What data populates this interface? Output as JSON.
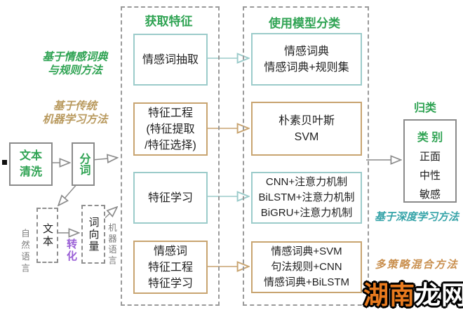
{
  "colors": {
    "green": "#2fa353",
    "teal_border": "#9bcbca",
    "teal_text": "#35a3a8",
    "tan_border": "#c8a470",
    "tan_text": "#b99a5f",
    "orange_text": "#c98f4e",
    "purple": "#9a5fd6",
    "gray_border": "#8a8a8a",
    "dark_text": "#1f1f1f",
    "watermark_orange": "#e87a1e"
  },
  "preprocess": {
    "text_clean": {
      "line1": "文本",
      "line2": "清洗"
    },
    "segment": "分词",
    "natural_language": "自然语言",
    "text_vertical": "文本",
    "transform": "转化",
    "word_vector": "词向量",
    "machine_language": "机器语言"
  },
  "method_labels": {
    "dict_rule": {
      "line1": "基于情感词典",
      "line2": "与规则方法"
    },
    "traditional": {
      "line1": "基于传统",
      "line2": "机器学习方法"
    },
    "deep": "基于深度学习方法",
    "multi": "多策略混合方法"
  },
  "feature_column": {
    "title": "获取特征",
    "boxes": [
      {
        "lines": [
          "情感词抽取"
        ]
      },
      {
        "lines": [
          "特征工程",
          "(特征提取",
          "/特征选择)"
        ]
      },
      {
        "lines": [
          "特征学习"
        ]
      },
      {
        "lines": [
          "情感词",
          "特征工程",
          "特征学习"
        ]
      }
    ]
  },
  "model_column": {
    "title": "使用模型分类",
    "boxes": [
      {
        "lines": [
          "情感词典",
          "情感词典+规则集"
        ]
      },
      {
        "lines": [
          "朴素贝叶斯",
          "SVM"
        ]
      },
      {
        "lines": [
          "CNN+注意力机制",
          "BiLSTM+注意力机制",
          "BiGRU+注意力机制"
        ]
      },
      {
        "lines": [
          "情感词典+SVM",
          "句法规则+CNN",
          "情感词典+BiLSTM"
        ]
      }
    ]
  },
  "result": {
    "heading": "归类",
    "box_title": "类 别",
    "categories": [
      "正面",
      "中性",
      "敏感"
    ]
  },
  "watermark": {
    "part1": "湖南",
    "part2": "龙网"
  }
}
